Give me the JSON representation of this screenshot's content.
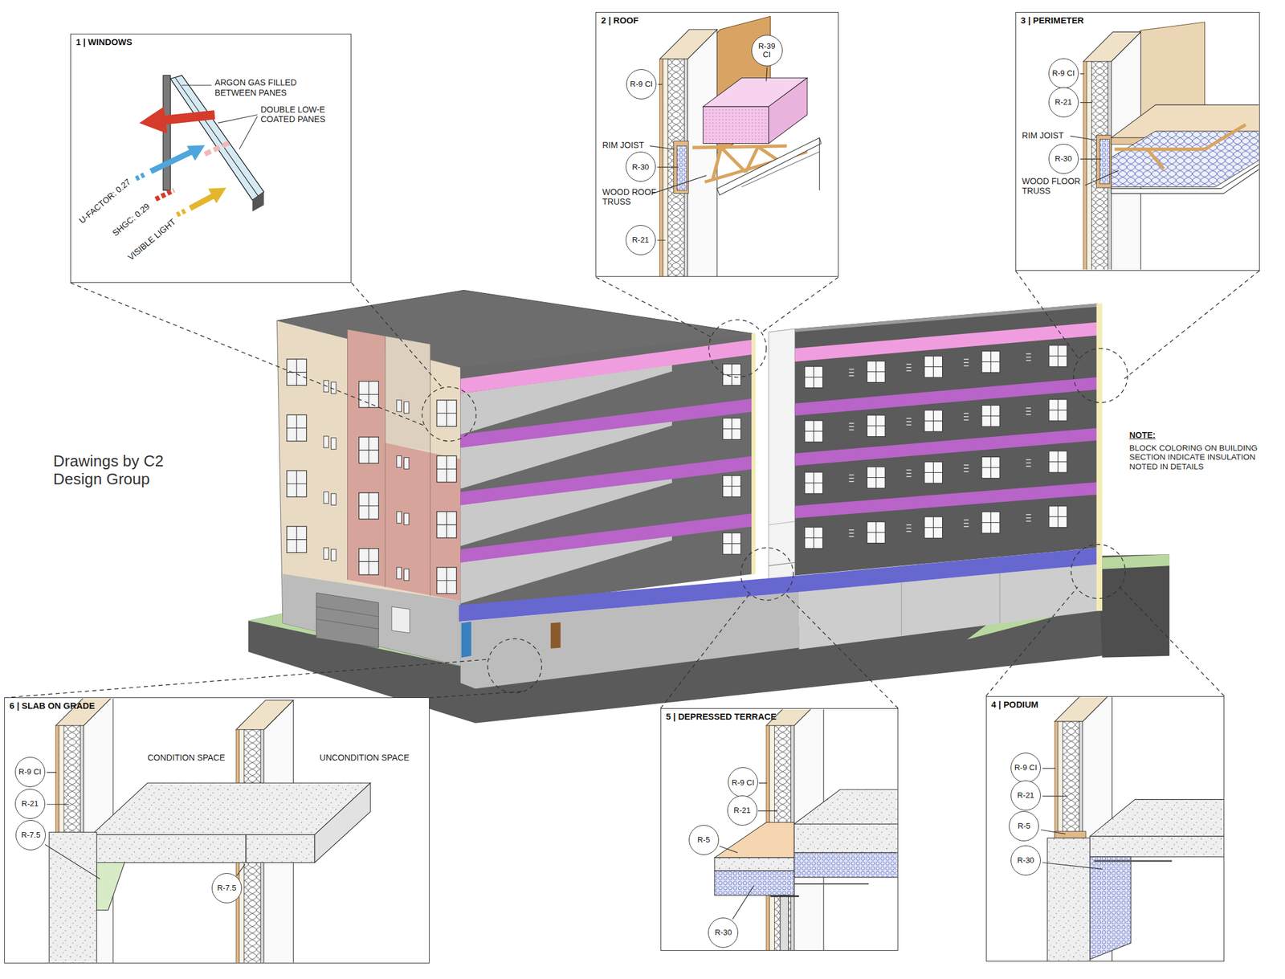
{
  "diagram": {
    "nodes": [
      {
        "text": [
          "1 | WINDOWS"
        ]
      },
      {
        "text": [
          "2 | ROOF"
        ]
      },
      {
        "text": [
          "R-39 CI"
        ],
        "in": 1
      },
      {
        "text": [
          "R-9 CI"
        ],
        "in": 1
      },
      {
        "text": [
          "R-30"
        ],
        "in": 1
      },
      {
        "text": [
          "R-21"
        ],
        "in": 1
      },
      {
        "text": [
          "3 | PERIMETER"
        ]
      },
      {
        "text": [
          "R-9 CI"
        ],
        "in": 6
      },
      {
        "text": [
          "R-21"
        ],
        "in": 6
      },
      {
        "text": [
          "R-30"
        ],
        "in": 6
      },
      {
        "text": [
          "6 | SLAB ON GRADE"
        ]
      },
      {
        "text": [
          "R-9 CI"
        ],
        "in": 10
      },
      {
        "text": [
          "R-21"
        ],
        "in": 10
      },
      {
        "text": [
          "R-7.5"
        ],
        "in": 10
      },
      {
        "text": [
          "R-7.5"
        ],
        "in": 10
      },
      {
        "text": [
          "5 | DEPRESSED TERRACE"
        ]
      },
      {
        "text": [
          "R-9 CI"
        ],
        "in": 15
      },
      {
        "text": [
          "R-21"
        ],
        "in": 15
      },
      {
        "text": [
          "R-5"
        ],
        "in": 15
      },
      {
        "text": [
          "R-30"
        ],
        "in": 15
      },
      {
        "text": [
          "4 | PODIUM"
        ]
      },
      {
        "text": [
          "R-9 CI"
        ],
        "in": 20
      },
      {
        "text": [
          "R-21"
        ],
        "in": 20
      },
      {
        "text": [
          "R-5"
        ],
        "in": 20
      },
      {
        "text": [
          "R-30"
        ],
        "in": 20
      }
    ],
    "labels": [
      "ARGON GAS FILLED BETWEEN PANES",
      "DOUBLE LOW-E COATED PANES",
      "U-FACTOR: 0.27",
      "SHGC: 0.29",
      "VISIBLE LIGHT",
      "RIM JOIST",
      "WOOD ROOF TRUSS",
      "RIM JOIST",
      "WOOD FLOOR TRUSS",
      "Drawings by C2 Design Group",
      "NOTE:",
      "BLOCK COLORING ON BUILDING SECTION INDICATE INSULATION NOTED IN DETAILS",
      "CONDITION SPACE",
      "UNCONDITION SPACE"
    ]
  }
}
